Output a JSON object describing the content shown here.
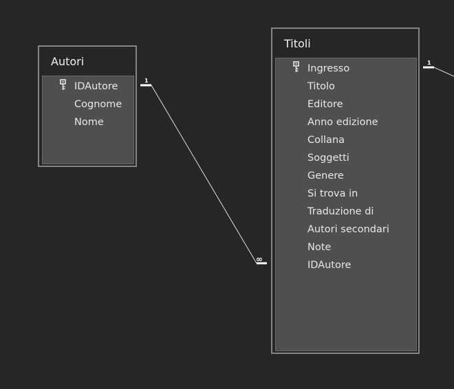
{
  "tables": {
    "autori": {
      "title": "Autori",
      "fields": [
        {
          "name": "IDAutore",
          "primary_key": true
        },
        {
          "name": "Cognome",
          "primary_key": false
        },
        {
          "name": "Nome",
          "primary_key": false
        }
      ]
    },
    "titoli": {
      "title": "Titoli",
      "fields": [
        {
          "name": "Ingresso",
          "primary_key": true
        },
        {
          "name": "Titolo",
          "primary_key": false
        },
        {
          "name": "Editore",
          "primary_key": false
        },
        {
          "name": "Anno edizione",
          "primary_key": false
        },
        {
          "name": "Collana",
          "primary_key": false
        },
        {
          "name": "Soggetti",
          "primary_key": false
        },
        {
          "name": "Genere",
          "primary_key": false
        },
        {
          "name": "Si trova in",
          "primary_key": false
        },
        {
          "name": "Traduzione di",
          "primary_key": false
        },
        {
          "name": "Autori secondari",
          "primary_key": false
        },
        {
          "name": "Note",
          "primary_key": false
        },
        {
          "name": "IDAutore",
          "primary_key": false
        }
      ]
    }
  },
  "relationships": [
    {
      "name": "autori-titoli",
      "from_table": "Autori",
      "from_field": "IDAutore",
      "from_cardinality": "1",
      "to_table": "Titoli",
      "to_field": "IDAutore",
      "to_cardinality": "∞"
    },
    {
      "name": "titoli-outgoing",
      "from_table": "Titoli",
      "from_field": "Ingresso",
      "from_cardinality": "1"
    }
  ],
  "colors": {
    "background": "#262626",
    "table_border": "#858585",
    "field_panel": "#4f4f4f",
    "text": "#e8e8e8",
    "relation_line": "#e0e0e0"
  },
  "icons": {
    "primary_key": "key-icon"
  }
}
